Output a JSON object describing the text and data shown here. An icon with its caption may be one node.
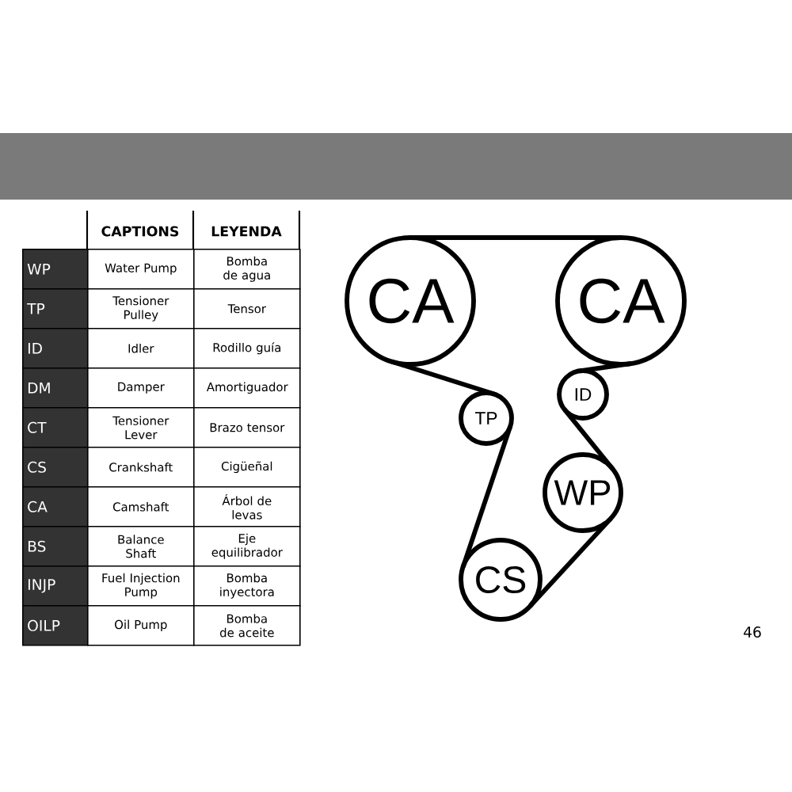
{
  "diagram": {
    "nodes": [
      {
        "text": [
          "CA"
        ]
      },
      {
        "text": [
          "CA"
        ]
      },
      {
        "text": [
          "ID"
        ]
      },
      {
        "text": [
          "TP"
        ]
      },
      {
        "text": [
          "WP"
        ]
      },
      {
        "text": [
          "CS"
        ]
      }
    ],
    "edges": [
      {
        "from": 0,
        "to": 1,
        "arrow": "none"
      },
      {
        "from": 1,
        "to": 2,
        "arrow": "none"
      },
      {
        "from": 2,
        "to": 4,
        "arrow": "none"
      },
      {
        "from": 4,
        "to": 5,
        "arrow": "none"
      },
      {
        "from": 5,
        "to": 3,
        "arrow": "none"
      },
      {
        "from": 3,
        "to": 0,
        "arrow": "none"
      }
    ],
    "labels": [
      "CAPTIONS",
      "LEYENDA",
      "WP",
      "Water Pump",
      "Bomba de agua",
      "TP",
      "Tensioner Pulley",
      "Tensor",
      "ID",
      "Idler",
      "Rodillo guía",
      "DM",
      "Damper",
      "Amortiguador",
      "CT",
      "Tensioner Lever",
      "Brazo tensor",
      "CS",
      "Crankshaft",
      "Cigüeñal",
      "CA",
      "Camshaft",
      "Árbol de levas",
      "BS",
      "Balance Shaft",
      "Eje equilibrador",
      "INJP",
      "Fuel Injection Pump",
      "Bomba inyectora",
      "OILP",
      "Oil Pump",
      "Bomba de aceite",
      "46"
    ]
  }
}
